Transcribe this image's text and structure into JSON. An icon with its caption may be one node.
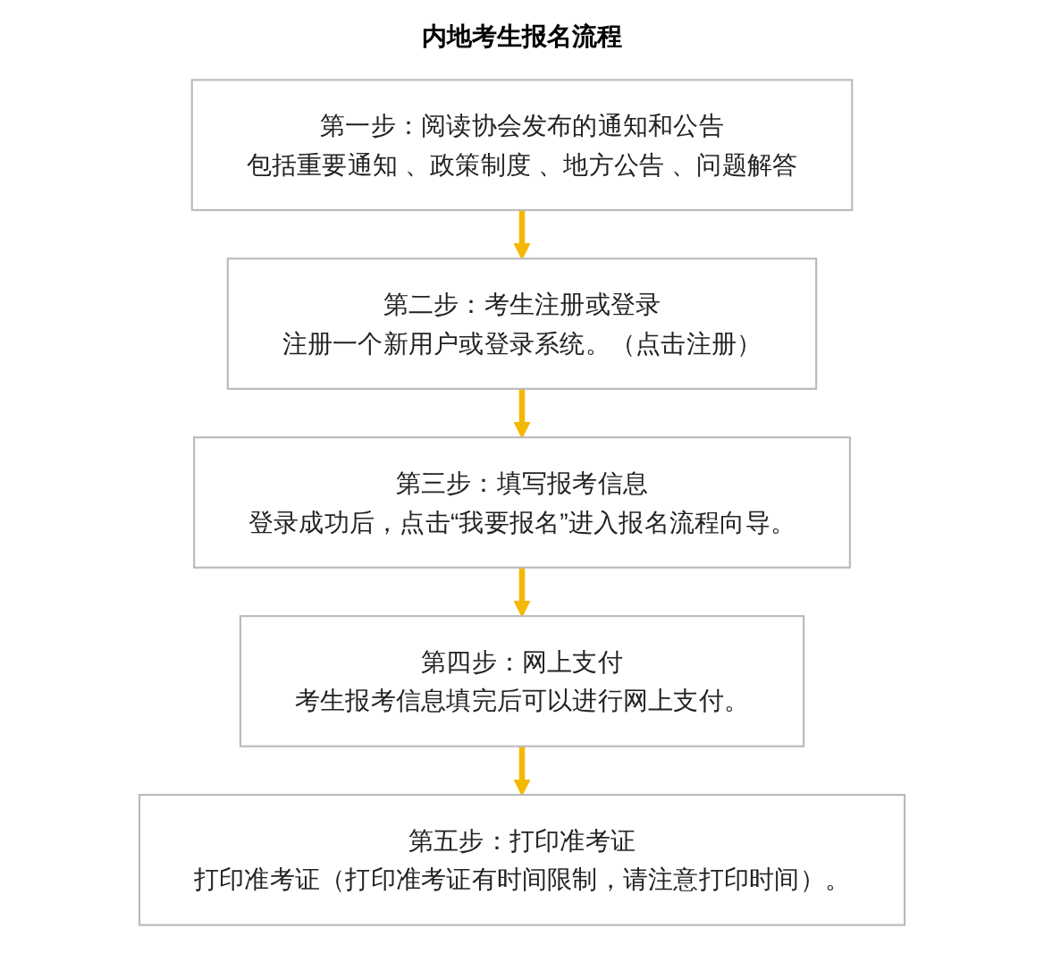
{
  "diagram": {
    "title": "内地考生报名流程",
    "nodes": [
      {
        "text": [
          "第一步：阅读协会发布的通知和公告",
          "包括重要通知 、政策制度 、地方公告 、问题解答"
        ]
      },
      {
        "text": [
          "第二步：考生注册或登录",
          "注册一个新用户或登录系统。（点击注册）"
        ]
      },
      {
        "text": [
          "第三步：填写报考信息",
          "登录成功后，点击“我要报名”进入报名流程向导。"
        ]
      },
      {
        "text": [
          "第四步：网上支付",
          "考生报考信息填完后可以进行网上支付。"
        ]
      },
      {
        "text": [
          "第五步：打印准考证",
          "打印准考证（打印准考证有时间限制，请注意打印时间）。"
        ]
      }
    ],
    "edges": [
      {
        "from": 0,
        "to": 1,
        "arrow": "to"
      },
      {
        "from": 1,
        "to": 2,
        "arrow": "to"
      },
      {
        "from": 2,
        "to": 3,
        "arrow": "to"
      },
      {
        "from": 3,
        "to": 4,
        "arrow": "to"
      }
    ]
  }
}
